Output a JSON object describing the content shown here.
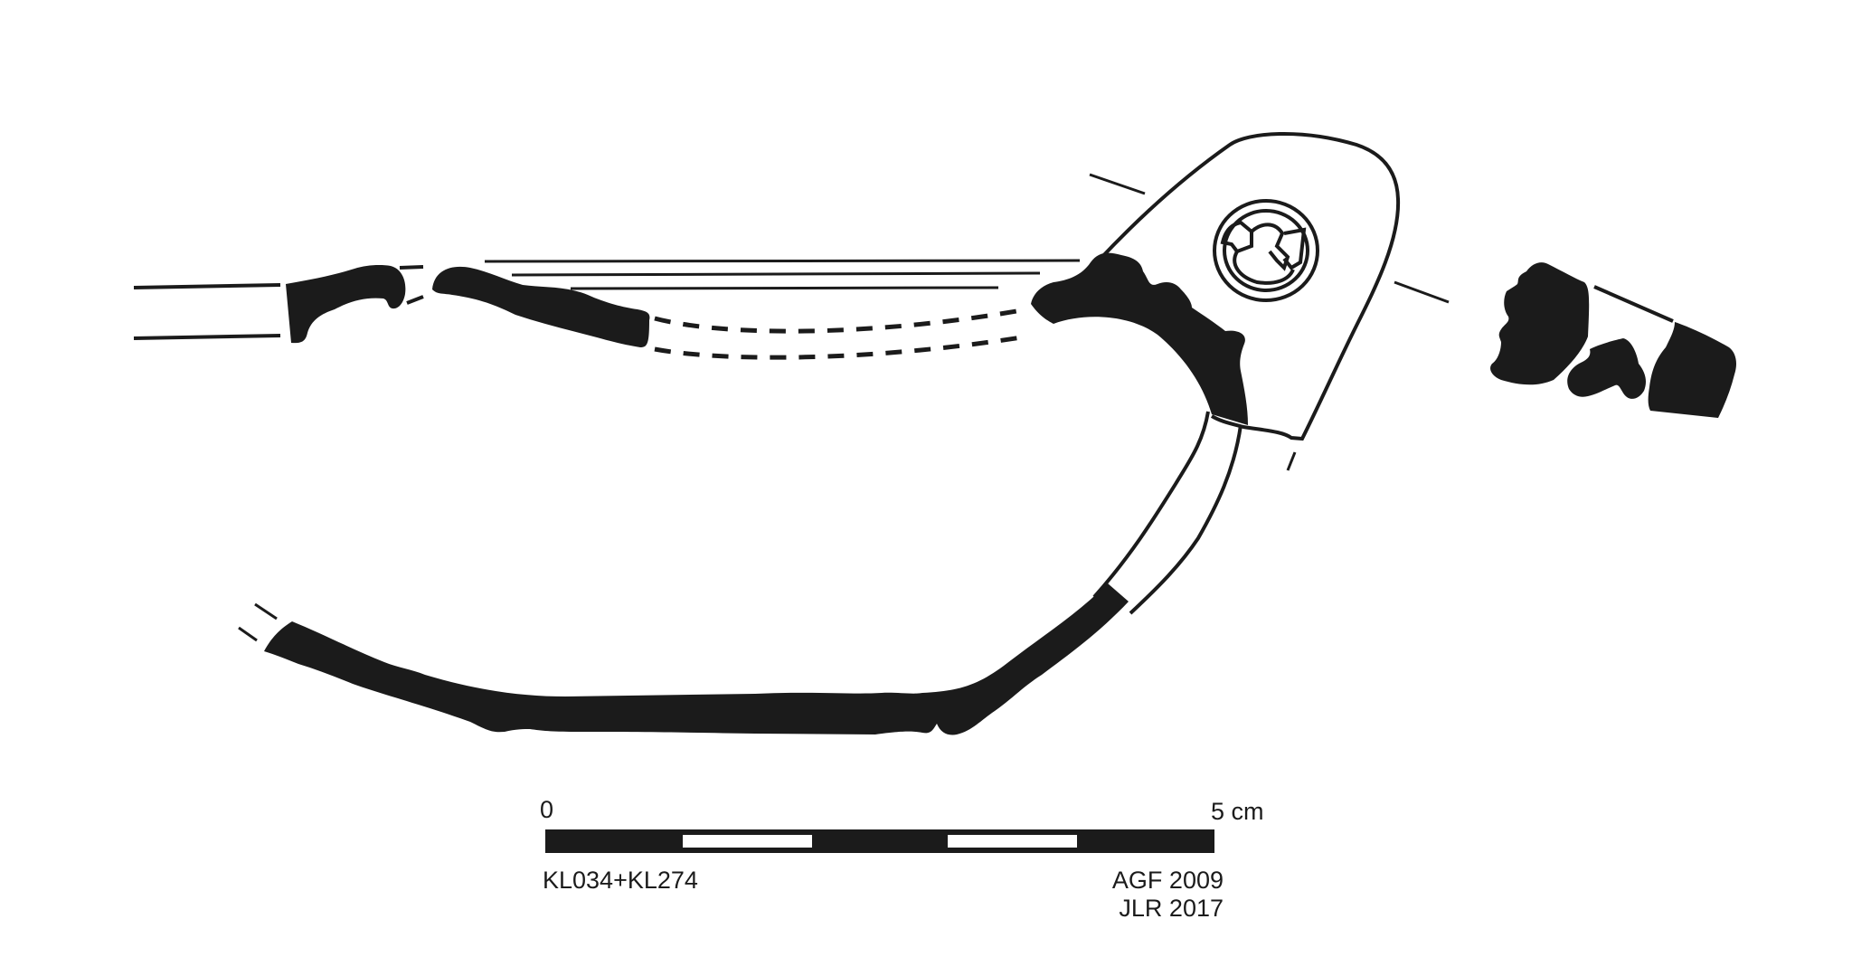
{
  "scale_bar": {
    "start_label": "0",
    "end_label": "5 cm"
  },
  "catalog_id": "KL034+KL274",
  "credits": [
    "AGF 2009",
    "JLR 2017"
  ],
  "colors": {
    "ink": "#1b1b1b",
    "paper": "#ffffff"
  }
}
